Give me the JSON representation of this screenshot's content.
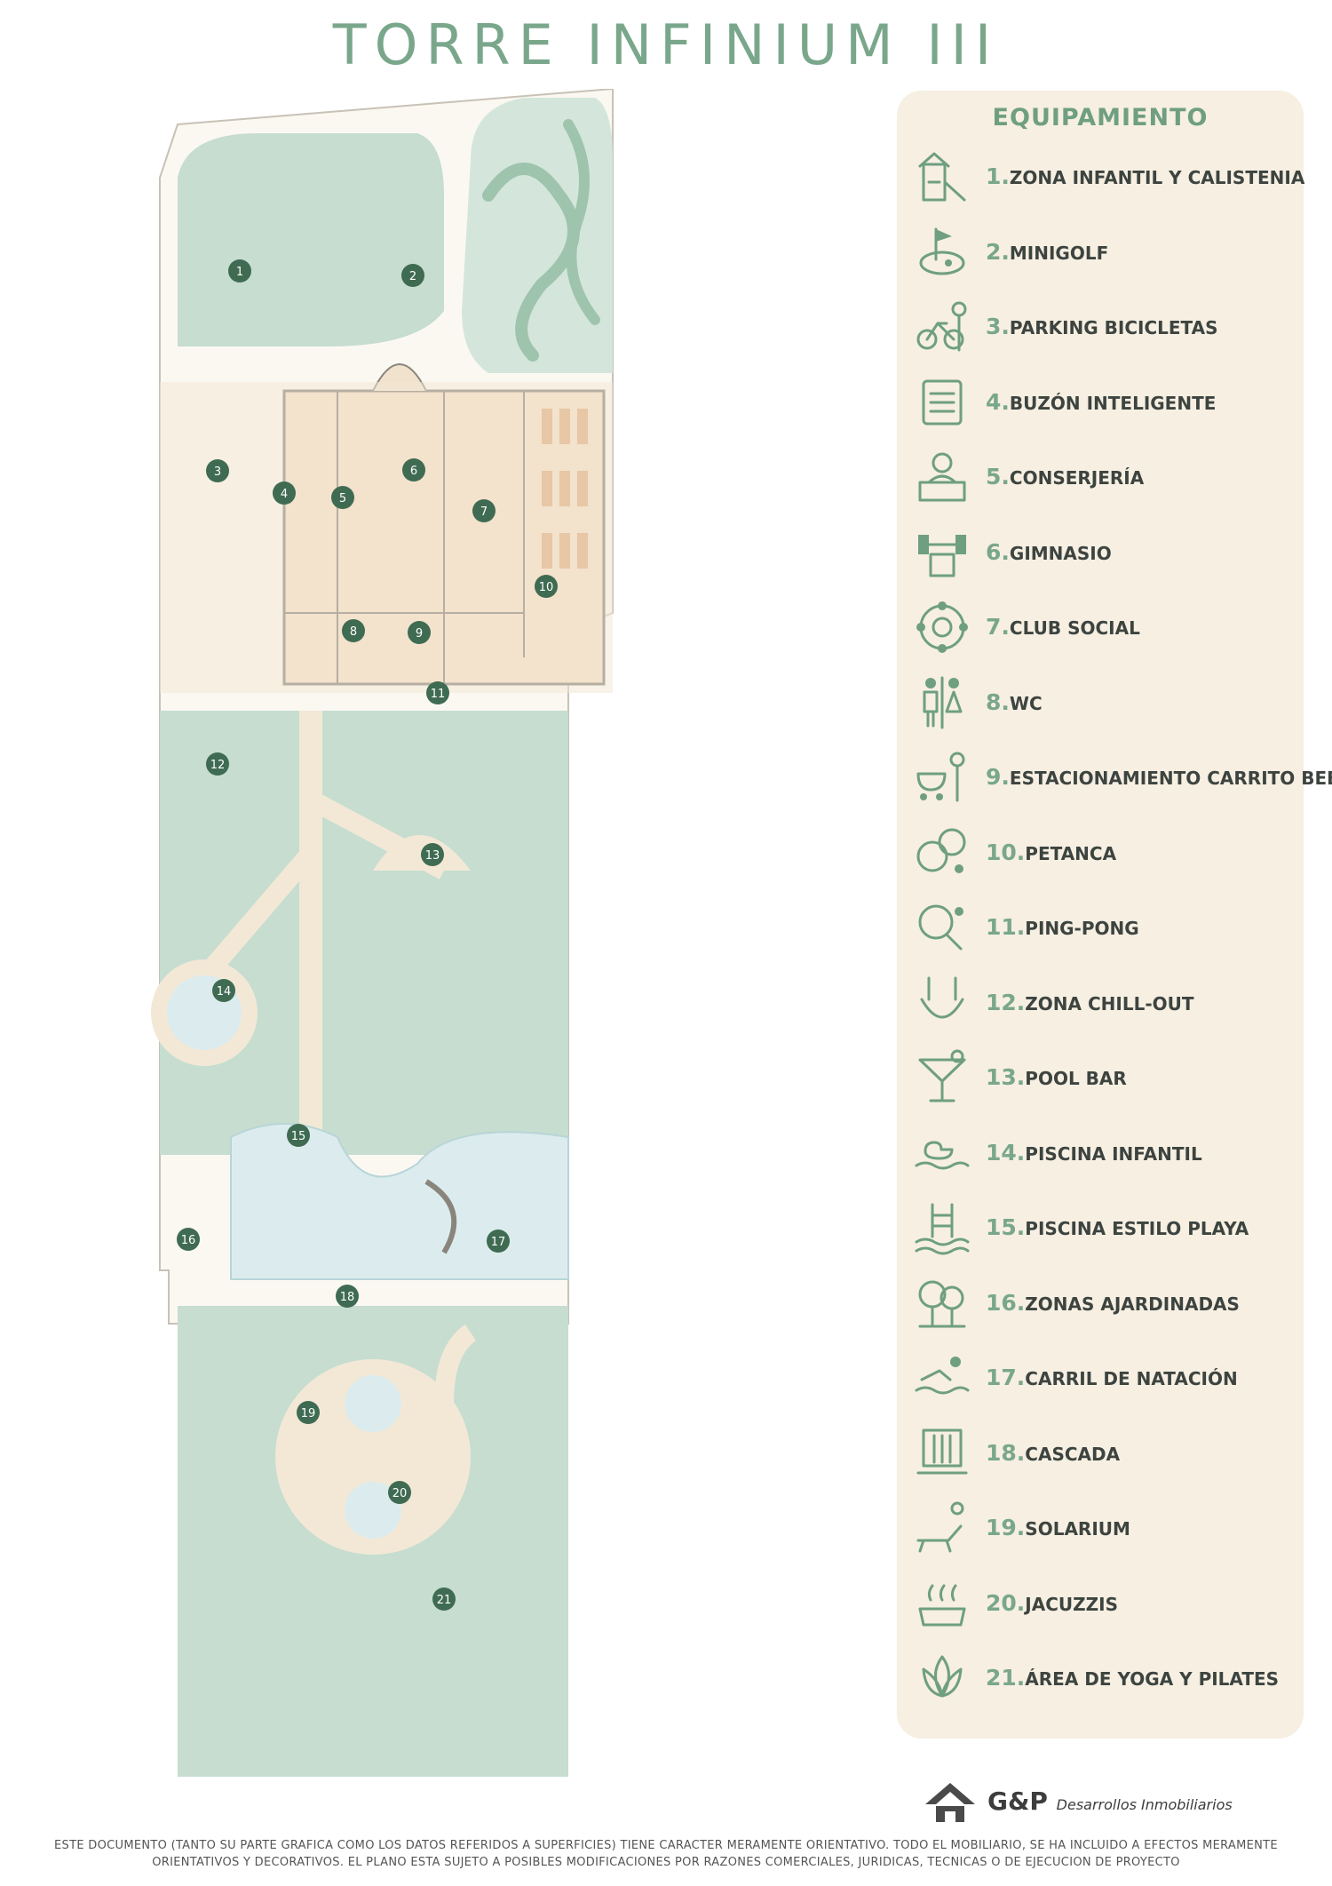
{
  "title": "TORRE INFINIUM III",
  "legend": {
    "title": "EQUIPAMIENTO",
    "items": [
      {
        "num": "1.",
        "label": "ZONA INFANTIL Y CALISTENIA",
        "icon": "playground-icon"
      },
      {
        "num": "2.",
        "label": "MINIGOLF",
        "icon": "minigolf-icon"
      },
      {
        "num": "3.",
        "label": "PARKING BICICLETAS",
        "icon": "bicycle-icon"
      },
      {
        "num": "4.",
        "label": "BUZÓN INTELIGENTE",
        "icon": "mailbox-icon"
      },
      {
        "num": "5.",
        "label": "CONSERJERÍA",
        "icon": "concierge-icon"
      },
      {
        "num": "6.",
        "label": "GIMNASIO",
        "icon": "gym-icon"
      },
      {
        "num": "7.",
        "label": "CLUB SOCIAL",
        "icon": "social-club-icon"
      },
      {
        "num": "8.",
        "label": "WC",
        "icon": "wc-icon"
      },
      {
        "num": "9.",
        "label": "ESTACIONAMIENTO CARRITO BEBÉ",
        "icon": "stroller-icon"
      },
      {
        "num": "10.",
        "label": "PETANCA",
        "icon": "petanque-icon"
      },
      {
        "num": "11.",
        "label": "PING-PONG",
        "icon": "ping-pong-icon"
      },
      {
        "num": "12.",
        "label": "ZONA CHILL-OUT",
        "icon": "chill-out-icon"
      },
      {
        "num": "13.",
        "label": "POOL BAR",
        "icon": "cocktail-icon"
      },
      {
        "num": "14.",
        "label": "PISCINA INFANTIL",
        "icon": "duck-pool-icon"
      },
      {
        "num": "15.",
        "label": "PISCINA ESTILO PLAYA",
        "icon": "pool-ladder-icon"
      },
      {
        "num": "16.",
        "label": "ZONAS AJARDINADAS",
        "icon": "trees-icon"
      },
      {
        "num": "17.",
        "label": "CARRIL DE NATACIÓN",
        "icon": "swimmer-icon"
      },
      {
        "num": "18.",
        "label": "CASCADA",
        "icon": "waterfall-icon"
      },
      {
        "num": "19.",
        "label": "SOLARIUM",
        "icon": "sunbed-icon"
      },
      {
        "num": "20.",
        "label": "JACUZZIS",
        "icon": "jacuzzi-icon"
      },
      {
        "num": "21.",
        "label": "ÁREA DE YOGA Y PILATES",
        "icon": "lotus-icon"
      }
    ]
  },
  "map": {
    "markers": [
      "1",
      "2",
      "3",
      "4",
      "5",
      "6",
      "7",
      "8",
      "9",
      "10",
      "11",
      "12",
      "13",
      "14",
      "15",
      "16",
      "17",
      "18",
      "19",
      "20",
      "21"
    ]
  },
  "logo": {
    "brand": "G&P",
    "sub": "Desarrollos Inmobiliarios"
  },
  "disclaimer": {
    "line1": "ESTE DOCUMENTO (TANTO SU PARTE GRAFICA COMO LOS DATOS REFERIDOS A SUPERFICIES) TIENE CARACTER MERAMENTE ORIENTATIVO. TODO EL MOBILIARIO, SE HA INCLUIDO A EFECTOS MERAMENTE",
    "line2": "ORIENTATIVOS Y DECORATIVOS. EL PLANO ESTA SUJETO A POSIBLES MODIFICACIONES POR RAZONES COMERCIALES, JURIDICAS, TECNICAS O DE EJECUCION DE PROYECTO"
  },
  "colors": {
    "title": "#7aa78b",
    "green_zone": "#c6ddd0",
    "path": "#f3e8d6",
    "water": "#dcecee",
    "building": "#f4dcc1",
    "marker": "#3f6b52",
    "legend_bg": "#f6efe2"
  }
}
